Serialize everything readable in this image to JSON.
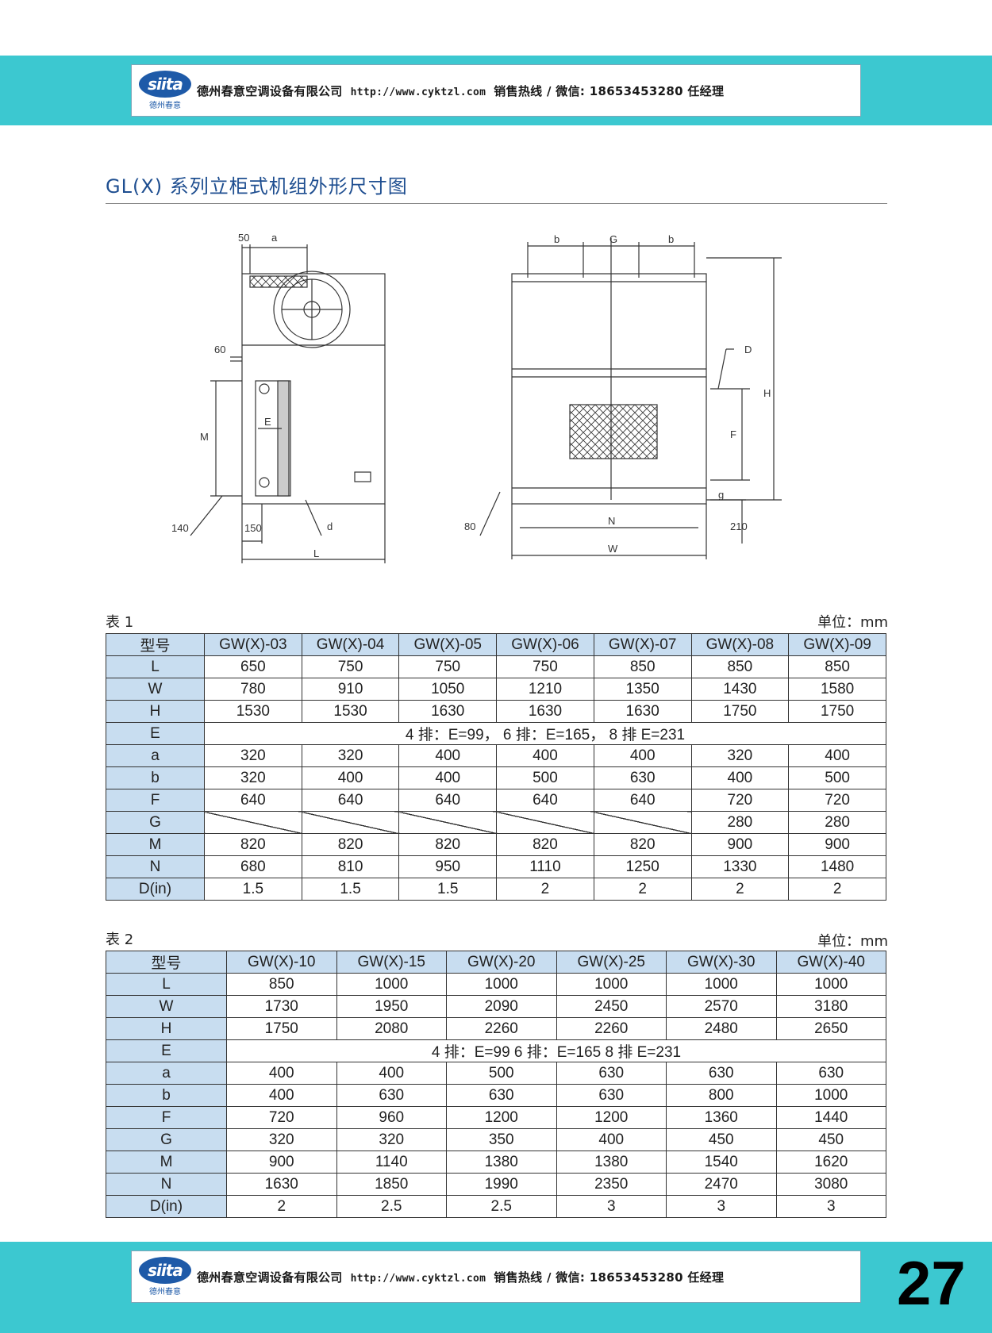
{
  "header": {
    "logo_text": "siita",
    "logo_sub": "德州春意",
    "company": "德州春意空调设备有限公司",
    "url": "http://www.cyktzl.com",
    "contact": "销售热线 / 微信: 18653453280 任经理"
  },
  "footer": {
    "logo_text": "siita",
    "logo_sub": "德州春意",
    "company": "德州春意空调设备有限公司",
    "url": "http://www.cyktzl.com",
    "contact": "销售热线 / 微信: 18653453280 任经理",
    "page_number": "27"
  },
  "title": "GL(X) 系列立柜式机组外形尺寸图",
  "drawing_labels": {
    "side_50": "50",
    "side_a": "a",
    "side_60": "60",
    "side_M": "M",
    "side_E": "E",
    "side_140": "140",
    "side_150": "150",
    "side_d": "d",
    "side_L": "L",
    "front_b1": "b",
    "front_G": "G",
    "front_b2": "b",
    "front_D": "D",
    "front_H": "H",
    "front_F": "F",
    "front_g": "g",
    "front_210": "210",
    "front_80": "80",
    "front_N": "N",
    "front_W": "W"
  },
  "table1": {
    "label": "表 1",
    "unit": "单位：mm",
    "header": [
      "型号",
      "GW(X)-03",
      "GW(X)-04",
      "GW(X)-05",
      "GW(X)-06",
      "GW(X)-07",
      "GW(X)-08",
      "GW(X)-09"
    ],
    "rows": {
      "L": [
        "L",
        "650",
        "750",
        "750",
        "750",
        "850",
        "850",
        "850"
      ],
      "W": [
        "W",
        "780",
        "910",
        "1050",
        "1210",
        "1350",
        "1430",
        "1580"
      ],
      "H": [
        "H",
        "1530",
        "1530",
        "1630",
        "1630",
        "1630",
        "1750",
        "1750"
      ],
      "E": [
        "E",
        "4 排：E=99，  6 排：E=165，  8 排 E=231"
      ],
      "a": [
        "a",
        "320",
        "320",
        "400",
        "400",
        "400",
        "320",
        "400"
      ],
      "b": [
        "b",
        "320",
        "400",
        "400",
        "500",
        "630",
        "400",
        "500"
      ],
      "F": [
        "F",
        "640",
        "640",
        "640",
        "640",
        "640",
        "720",
        "720"
      ],
      "G": [
        "G",
        "",
        "",
        "",
        "",
        "",
        "280",
        "280"
      ],
      "M": [
        "M",
        "820",
        "820",
        "820",
        "820",
        "820",
        "900",
        "900"
      ],
      "N": [
        "N",
        "680",
        "810",
        "950",
        "1110",
        "1250",
        "1330",
        "1480"
      ],
      "D": [
        "D(in)",
        "1.5",
        "1.5",
        "1.5",
        "2",
        "2",
        "2",
        "2"
      ]
    }
  },
  "table2": {
    "label": "表 2",
    "unit": "单位：mm",
    "header": [
      "型号",
      "GW(X)-10",
      "GW(X)-15",
      "GW(X)-20",
      "GW(X)-25",
      "GW(X)-30",
      "GW(X)-40"
    ],
    "rows": {
      "L": [
        "L",
        "850",
        "1000",
        "1000",
        "1000",
        "1000",
        "1000"
      ],
      "W": [
        "W",
        "1730",
        "1950",
        "2090",
        "2450",
        "2570",
        "3180"
      ],
      "H": [
        "H",
        "1750",
        "2080",
        "2260",
        "2260",
        "2480",
        "2650"
      ],
      "E": [
        "E",
        "4 排：E=99  6 排：E=165  8 排 E=231"
      ],
      "a": [
        "a",
        "400",
        "400",
        "500",
        "630",
        "630",
        "630"
      ],
      "b": [
        "b",
        "400",
        "630",
        "630",
        "630",
        "800",
        "1000"
      ],
      "F": [
        "F",
        "720",
        "960",
        "1200",
        "1200",
        "1360",
        "1440"
      ],
      "G": [
        "G",
        "320",
        "320",
        "350",
        "400",
        "450",
        "450"
      ],
      "M": [
        "M",
        "900",
        "1140",
        "1380",
        "1380",
        "1540",
        "1620"
      ],
      "N": [
        "N",
        "1630",
        "1850",
        "1990",
        "2350",
        "2470",
        "3080"
      ],
      "D": [
        "D(in)",
        "2",
        "2.5",
        "2.5",
        "3",
        "3",
        "3"
      ]
    }
  }
}
